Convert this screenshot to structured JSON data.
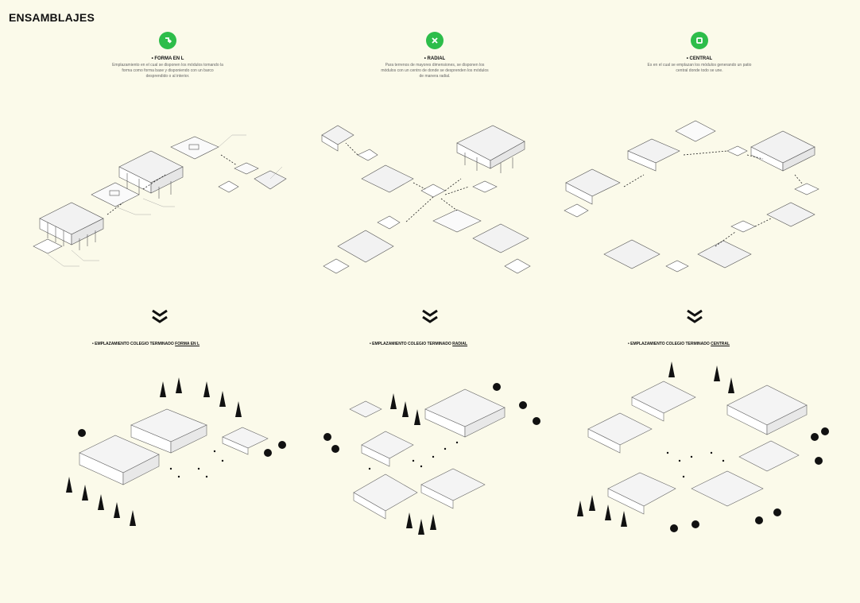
{
  "page": {
    "title": "ENSAMBLAJES"
  },
  "columns": [
    {
      "icon": "l-shape-icon",
      "title": "• FORMA EN L",
      "description": "Emplazamiento en el cual se disponen los módulos tomando la forma como forma base y disponiendo con un barco desprendido o al interior.",
      "site_prefix": "• EMPLAZAMIENTO COLEGIO TERMINADO ",
      "site_name": "FORMA EN L"
    },
    {
      "icon": "radial-icon",
      "title": "• RADIAL",
      "description": "Para terrenos de mayores dimensiones, se disponen los módulos con un centro de donde se desprenden los módulos de manera radial.",
      "site_prefix": "• EMPLAZAMIENTO COLEGIO TERMINADO ",
      "site_name": "RADIAL"
    },
    {
      "icon": "central-icon",
      "title": "• CENTRAL",
      "description": "Es en el cual se emplazan los módulos generando un patio central donde todo se une.",
      "site_prefix": "• EMPLAZAMIENTO COLEGIO TERMINADO ",
      "site_name": "CENTRAL"
    }
  ],
  "icon_color": "#2dbd4a",
  "background": "#fbfaea"
}
